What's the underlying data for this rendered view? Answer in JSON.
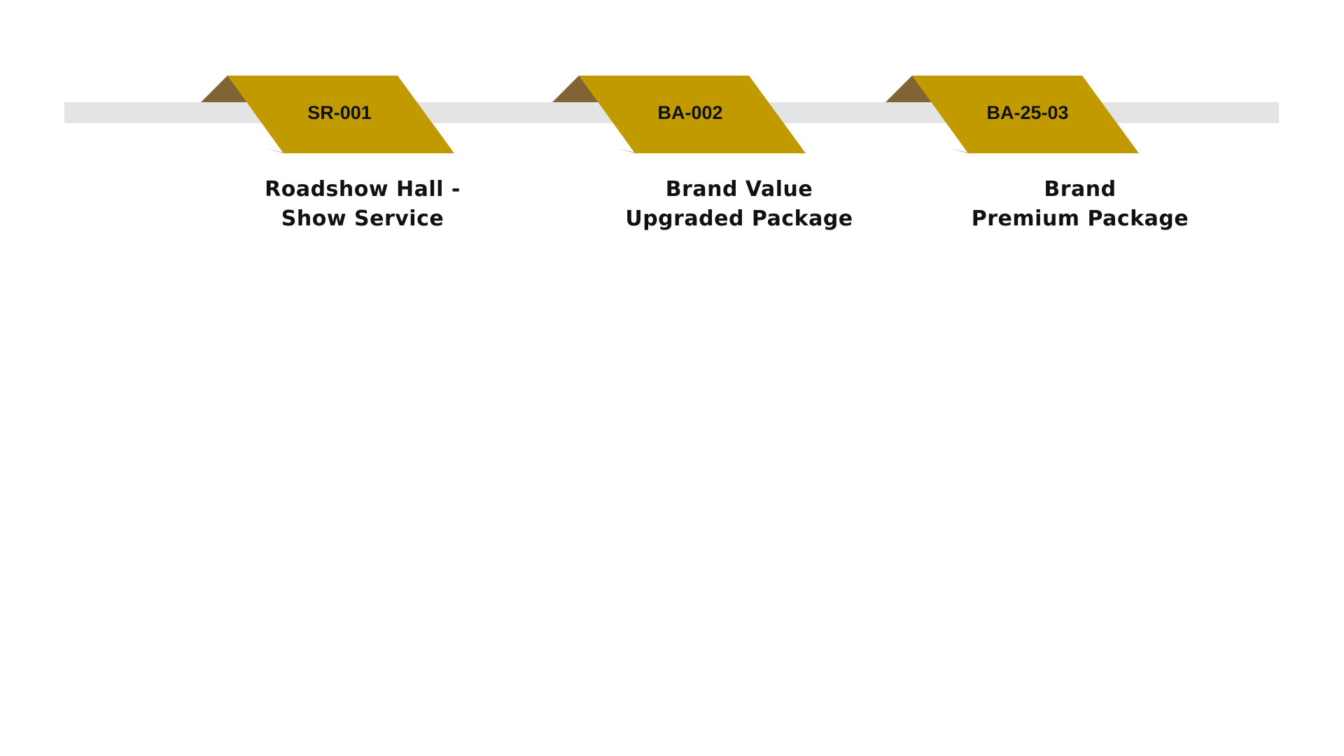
{
  "colors": {
    "track": "#e4e4e4",
    "tab": "#c19a00",
    "fold": "#806434",
    "shadow": "#a8a8a8"
  },
  "items": [
    {
      "code": "SR-001",
      "label_line1": "Roadshow Hall -",
      "label_line2": "Show Service"
    },
    {
      "code": "BA-002",
      "label_line1": "Brand Value",
      "label_line2": "Upgraded Package"
    },
    {
      "code": "BA-25-03",
      "label_line1": "Brand",
      "label_line2": "Premium Package"
    }
  ]
}
